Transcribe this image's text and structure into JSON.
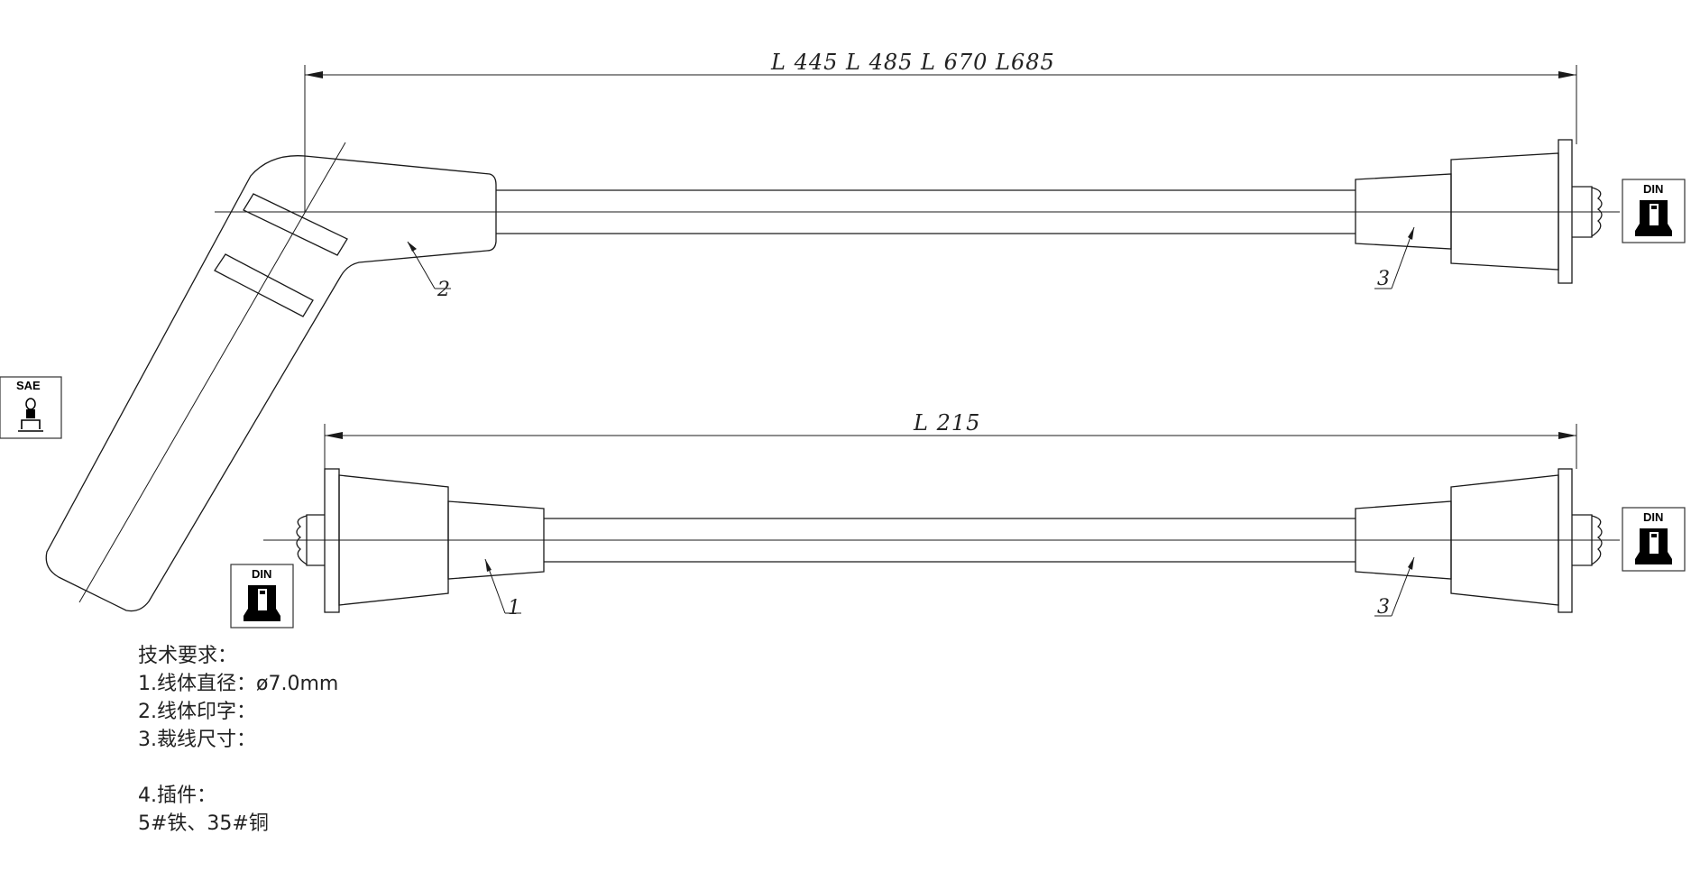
{
  "dimensions": {
    "top_length": "L 445  L 485  L 670  L685",
    "bottom_length": "L 215"
  },
  "callouts": {
    "upper_left_boot": "2",
    "upper_right_boot": "3",
    "lower_left_boot": "1",
    "lower_right_boot": "3"
  },
  "badges": {
    "sae": "SAE",
    "din_upper_right": "DIN",
    "din_lower_left": "DIN",
    "din_lower_right": "DIN"
  },
  "notes": {
    "heading": "技术要求：",
    "item1": "1.线体直径：ø7.0mm",
    "item2": "2.线体印字：",
    "item3": "3.裁线尺寸：",
    "item4": "4.插件：",
    "item5": "5#铁、35#铜"
  }
}
